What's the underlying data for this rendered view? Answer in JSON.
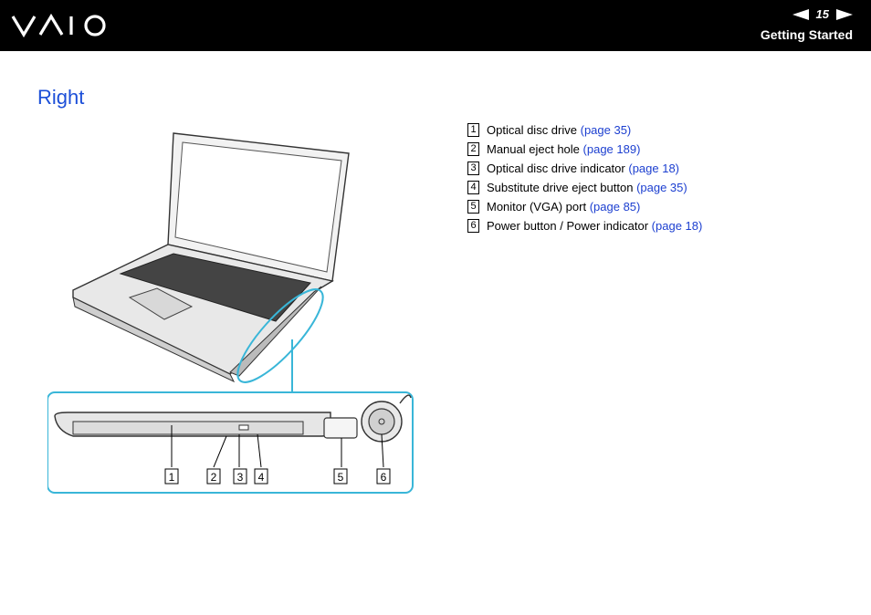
{
  "header": {
    "brand": "VAIO",
    "page_number": "15",
    "section": "Getting Started"
  },
  "page": {
    "title": "Right"
  },
  "items": [
    {
      "num": "1",
      "text": "Optical disc drive ",
      "link": "(page 35)"
    },
    {
      "num": "2",
      "text": "Manual eject hole ",
      "link": "(page 189)"
    },
    {
      "num": "3",
      "text": "Optical disc drive indicator ",
      "link": "(page 18)"
    },
    {
      "num": "4",
      "text": "Substitute drive eject button ",
      "link": "(page 35)"
    },
    {
      "num": "5",
      "text": "Monitor (VGA) port ",
      "link": "(page 85)"
    },
    {
      "num": "6",
      "text": "Power button / Power indicator ",
      "link": "(page 18)"
    }
  ],
  "callouts": [
    "1",
    "2",
    "3",
    "4",
    "5",
    "6"
  ],
  "colors": {
    "accent": "#1c4fd8",
    "callout_frame": "#39b6d8"
  }
}
